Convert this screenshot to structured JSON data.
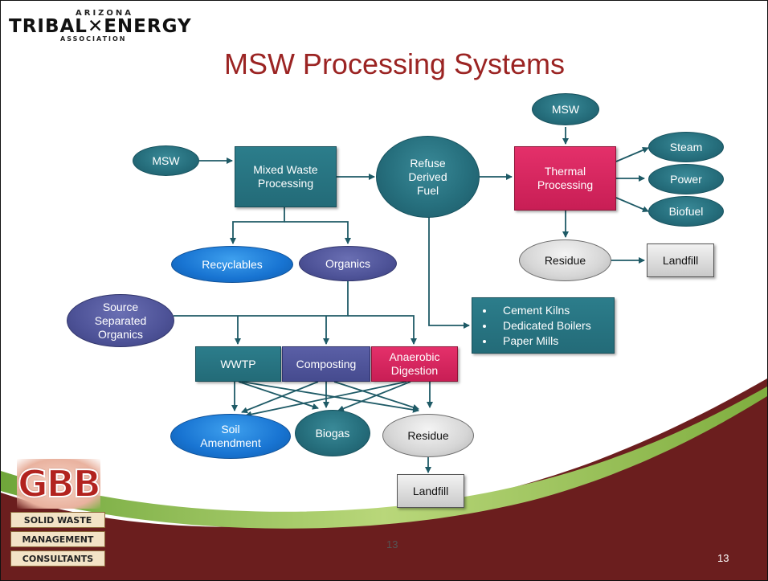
{
  "header": {
    "logo_line1": "ARIZONA",
    "logo_line2": "TRIBAL✕ENERGY",
    "logo_line3": "ASSOCIATION",
    "title": "MSW Processing Systems"
  },
  "nodes": {
    "msw_left": "MSW",
    "mixed_waste": "Mixed Waste\nProcessing",
    "rdf": "Refuse\nDerived\nFuel",
    "msw_top": "MSW",
    "thermal": "Thermal\nProcessing",
    "steam": "Steam",
    "power": "Power",
    "biofuel": "Biofuel",
    "residue_right": "Residue",
    "landfill_right": "Landfill",
    "recyclables": "Recyclables",
    "organics": "Organics",
    "source_sep": "Source\nSeparated\nOrganics",
    "wwtp": "WWTP",
    "composting": "Composting",
    "anaerobic": "Anaerobic\nDigestion",
    "soil": "Soil\nAmendment",
    "biogas": "Biogas",
    "residue_bottom": "Residue",
    "landfill_bottom": "Landfill"
  },
  "rdf_uses": [
    "Cement Kilns",
    "Dedicated Boilers",
    "Paper Mills"
  ],
  "footer": {
    "gbb_mark": "GBB",
    "gbb_line1": "SOLID WASTE",
    "gbb_line2": "MANAGEMENT",
    "gbb_line3": "CONSULTANTS",
    "page_center": "13",
    "page_right": "13"
  },
  "colors": {
    "title": "#9b2423",
    "teal": "#266f7d",
    "pink": "#d0225c",
    "blue": "#1874d2",
    "purple": "#4e5398",
    "maroon": "#6b1e1e",
    "green": "#8db84a"
  }
}
